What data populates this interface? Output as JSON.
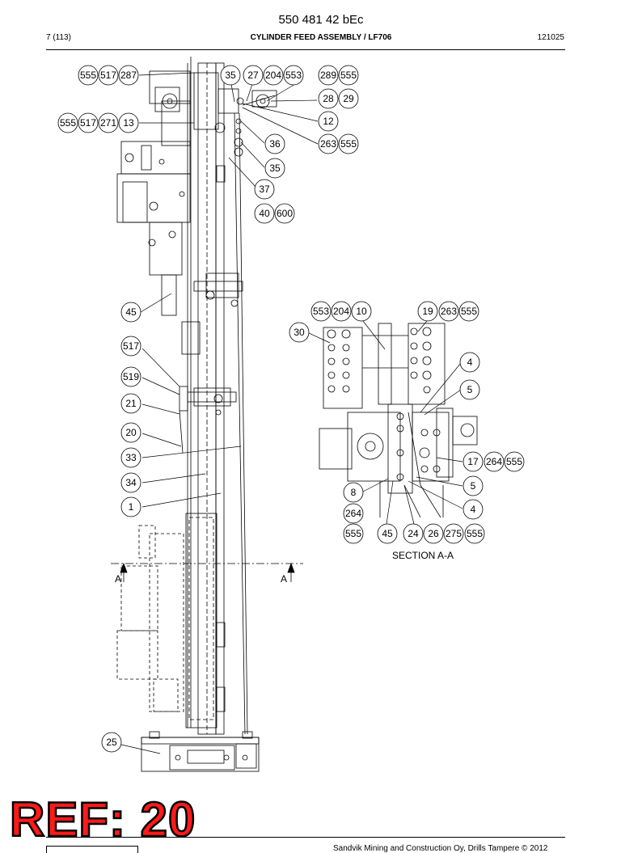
{
  "header": {
    "doc_number": "550 481 42 bEc",
    "page": "7 (113)",
    "title": "CYLINDER FEED ASSEMBLY / LF706",
    "date_code": "121025"
  },
  "drawing": {
    "section_label": "SECTION A-A",
    "section_marker": "A",
    "callouts": [
      "555",
      "517",
      "287",
      "35",
      "27",
      "204",
      "553",
      "289",
      "555",
      "28",
      "29",
      "555",
      "517",
      "271",
      "13",
      "12",
      "36",
      "263",
      "555",
      "35",
      "37",
      "40",
      "600",
      "45",
      "553",
      "204",
      "10",
      "19",
      "263",
      "555",
      "30",
      "517",
      "4",
      "519",
      "5",
      "21",
      "20",
      "17",
      "264",
      "555",
      "33",
      "5",
      "34",
      "8",
      "4",
      "1",
      "264",
      "555",
      "45",
      "24",
      "26",
      "275",
      "555",
      "25"
    ]
  },
  "stamp": {
    "text": "REF: 20"
  },
  "footer": {
    "copyright": "Sandvik Mining and Construction Oy, Drills Tampere © 2012"
  }
}
